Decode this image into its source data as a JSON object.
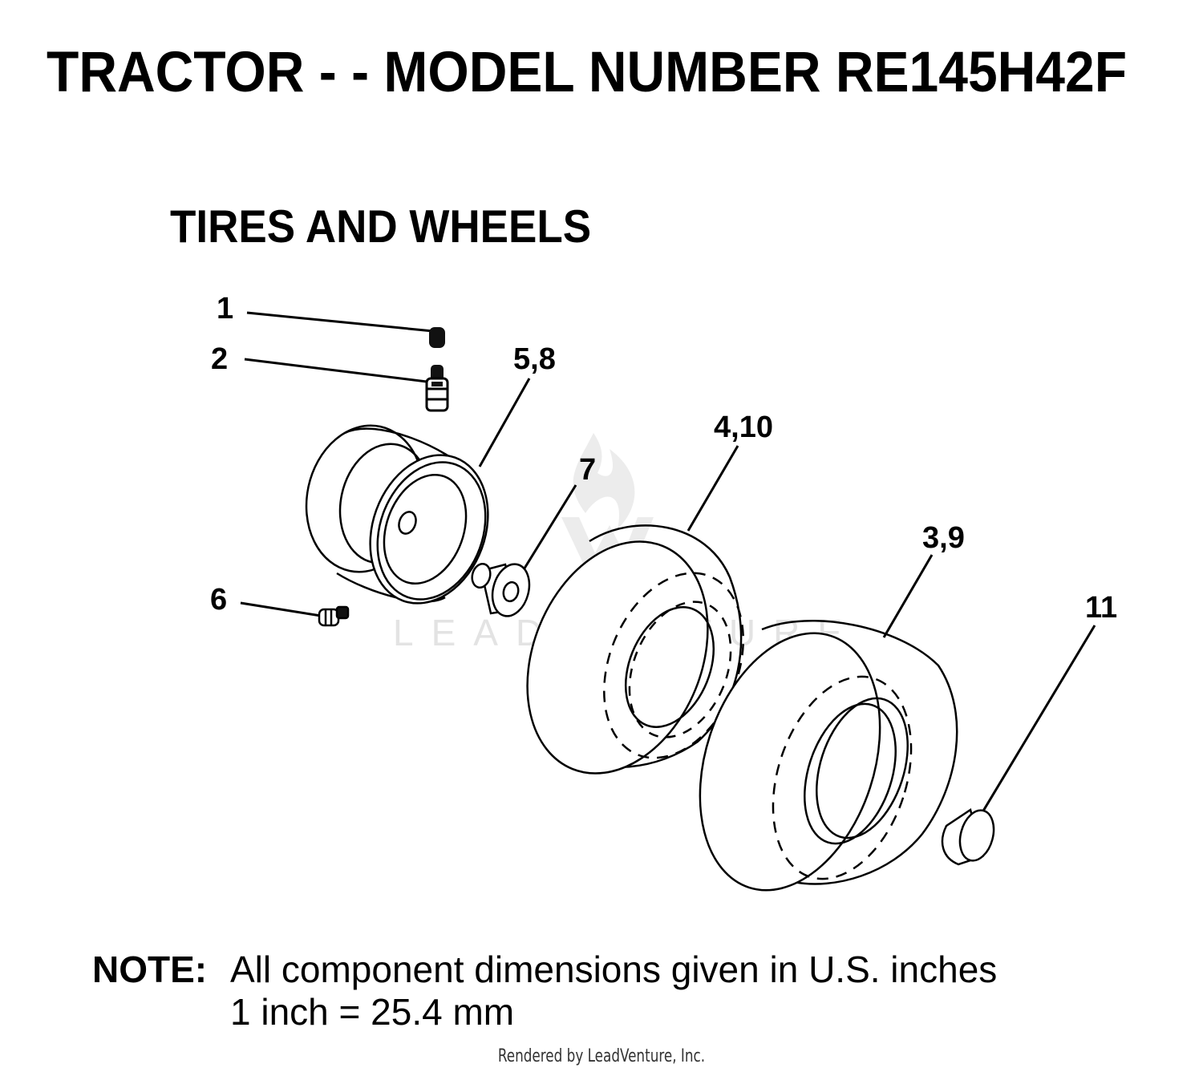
{
  "header": {
    "title": "TRACTOR - - MODEL NUMBER RE145H42F"
  },
  "section": {
    "title": "TIRES AND WHEELS"
  },
  "callouts": {
    "c1": "1",
    "c2": "2",
    "c58": "5,8",
    "c7": "7",
    "c410": "4,10",
    "c39": "3,9",
    "c6": "6",
    "c11": "11"
  },
  "watermark": {
    "text": "LEADVENTURE"
  },
  "note": {
    "label": "NOTE:",
    "line1": "All component dimensions given in U.S. inches",
    "line2": "1 inch = 25.4 mm"
  },
  "footer": {
    "text": "Rendered by LeadVenture, Inc."
  }
}
